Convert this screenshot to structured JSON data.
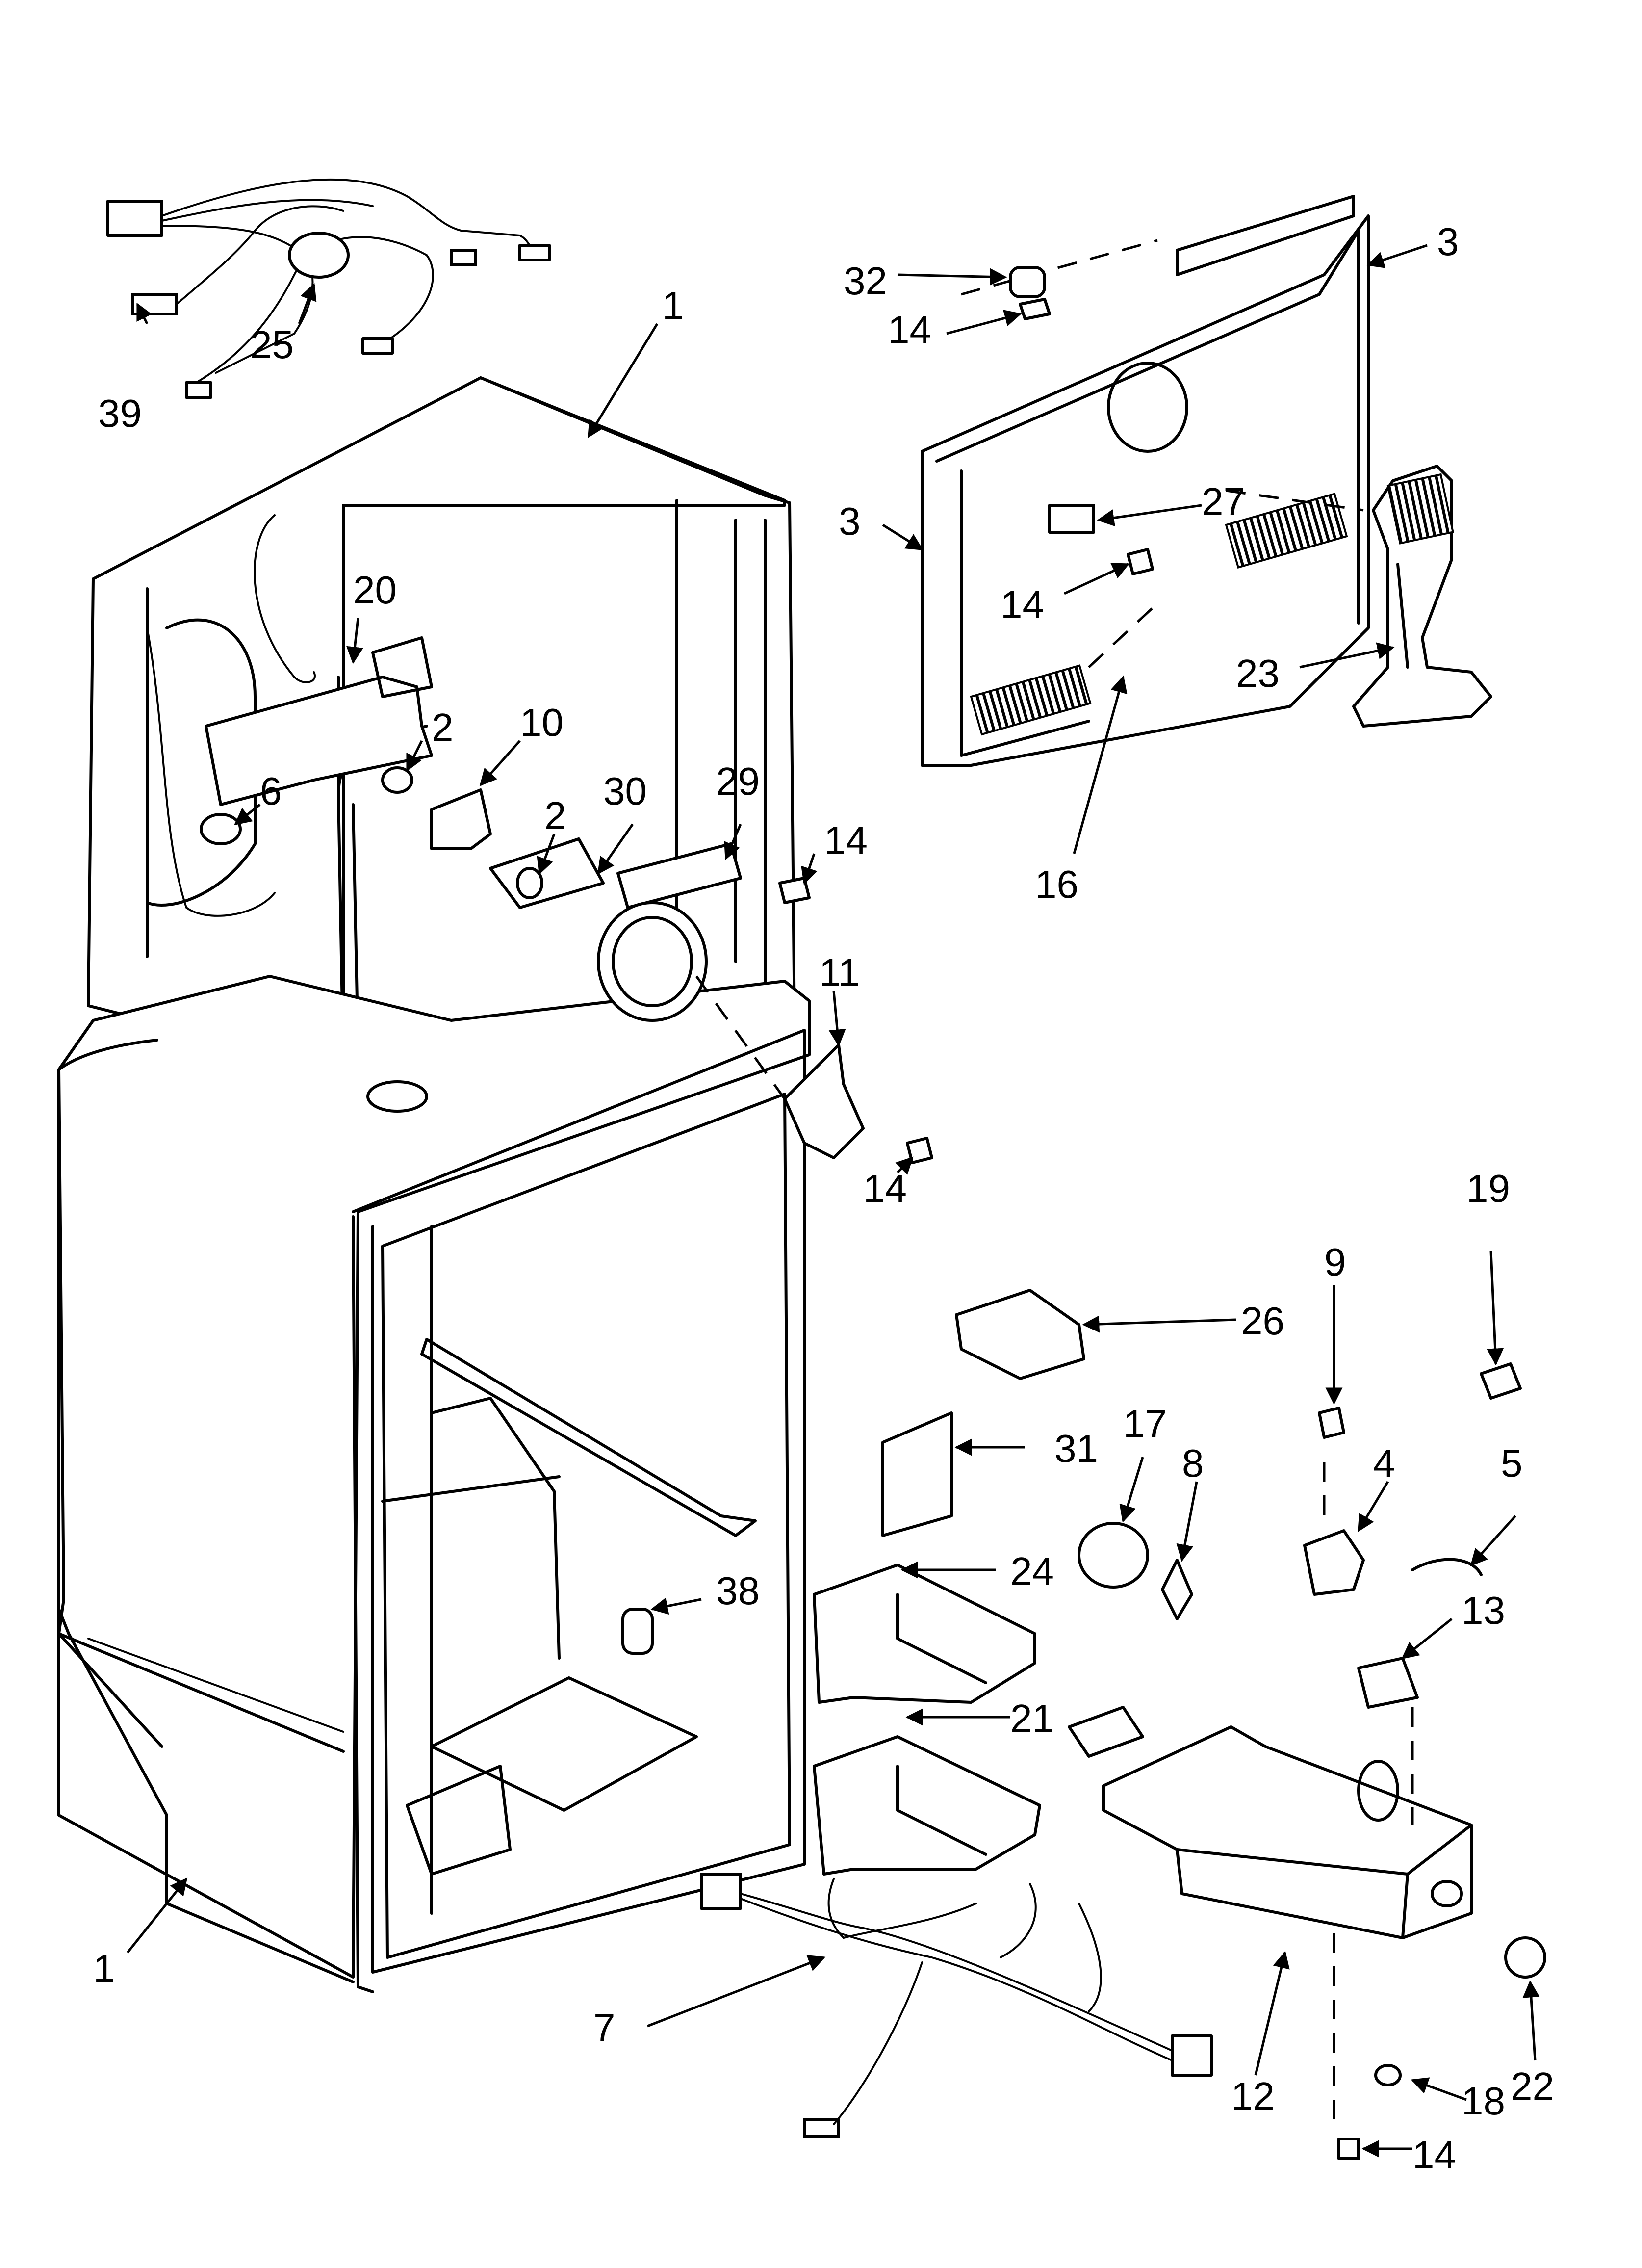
{
  "callouts": [
    {
      "id": "c1a",
      "label": "1"
    },
    {
      "id": "c1b",
      "label": "1"
    },
    {
      "id": "c2a",
      "label": "2"
    },
    {
      "id": "c2b",
      "label": "2"
    },
    {
      "id": "c3a",
      "label": "3"
    },
    {
      "id": "c3b",
      "label": "3"
    },
    {
      "id": "c4",
      "label": "4"
    },
    {
      "id": "c5",
      "label": "5"
    },
    {
      "id": "c6",
      "label": "6"
    },
    {
      "id": "c7",
      "label": "7"
    },
    {
      "id": "c8",
      "label": "8"
    },
    {
      "id": "c9",
      "label": "9"
    },
    {
      "id": "c10",
      "label": "10"
    },
    {
      "id": "c11",
      "label": "11"
    },
    {
      "id": "c12",
      "label": "12"
    },
    {
      "id": "c13",
      "label": "13"
    },
    {
      "id": "c14a",
      "label": "14"
    },
    {
      "id": "c14b",
      "label": "14"
    },
    {
      "id": "c14c",
      "label": "14"
    },
    {
      "id": "c14d",
      "label": "14"
    },
    {
      "id": "c14e",
      "label": "14"
    },
    {
      "id": "c16",
      "label": "16"
    },
    {
      "id": "c17",
      "label": "17"
    },
    {
      "id": "c18",
      "label": "18"
    },
    {
      "id": "c19",
      "label": "19"
    },
    {
      "id": "c20",
      "label": "20"
    },
    {
      "id": "c21",
      "label": "21"
    },
    {
      "id": "c22",
      "label": "22"
    },
    {
      "id": "c23",
      "label": "23"
    },
    {
      "id": "c24",
      "label": "24"
    },
    {
      "id": "c25",
      "label": "25"
    },
    {
      "id": "c26",
      "label": "26"
    },
    {
      "id": "c27",
      "label": "27"
    },
    {
      "id": "c29",
      "label": "29"
    },
    {
      "id": "c30",
      "label": "30"
    },
    {
      "id": "c31",
      "label": "31"
    },
    {
      "id": "c32",
      "label": "32"
    },
    {
      "id": "c38",
      "label": "38"
    },
    {
      "id": "c39",
      "label": "39"
    }
  ]
}
